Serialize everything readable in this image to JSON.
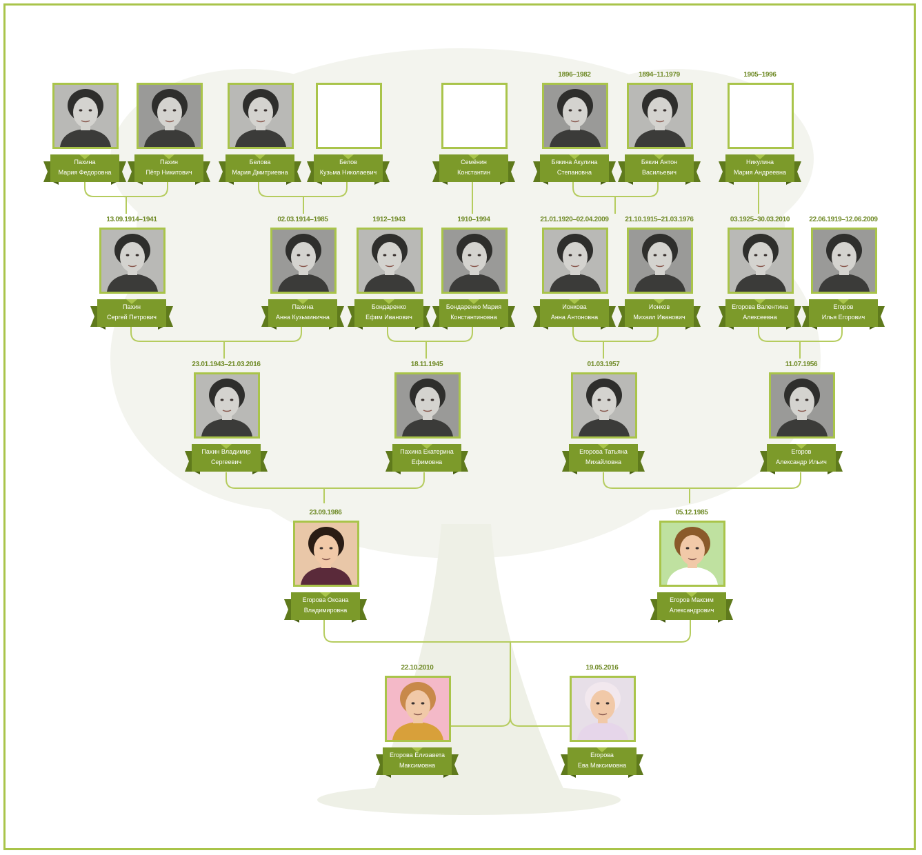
{
  "colors": {
    "accent": "#a9c44a",
    "banner": "#7c9a2a",
    "banner_dark": "#5f7a1c",
    "line": "#b5cc5e",
    "date_text": "#6f8a26"
  },
  "people": [
    {
      "id": "p1",
      "dates": "",
      "name1": "Пахина",
      "name2": "Мария Федоровна",
      "photo": "bw"
    },
    {
      "id": "p2",
      "dates": "",
      "name1": "Пахин",
      "name2": "Пётр Никитович",
      "photo": "bw"
    },
    {
      "id": "p3",
      "dates": "",
      "name1": "Белова",
      "name2": "Мария Дмитриевна",
      "photo": "bw"
    },
    {
      "id": "p4",
      "dates": "",
      "name1": "Белов",
      "name2": "Кузьма Николаевич",
      "photo": "none"
    },
    {
      "id": "p5",
      "dates": "",
      "name1": "Семёнин",
      "name2": "Константин",
      "photo": "none"
    },
    {
      "id": "p6",
      "dates": "1896–1982",
      "name1": "Бякина Акулина",
      "name2": "Степановна",
      "photo": "bw"
    },
    {
      "id": "p7",
      "dates": "1894–11.1979",
      "name1": "Бякин Антон",
      "name2": "Васильевич",
      "photo": "bw"
    },
    {
      "id": "p8",
      "dates": "1905–1996",
      "name1": "Никулина",
      "name2": "Мария Андреевна",
      "photo": "none"
    },
    {
      "id": "p9",
      "dates": "13.09.1914–1941",
      "name1": "Пахин",
      "name2": "Сергей Петрович",
      "photo": "bw"
    },
    {
      "id": "p10",
      "dates": "02.03.1914–1985",
      "name1": "Пахина",
      "name2": "Анна Кузьминична",
      "photo": "bw"
    },
    {
      "id": "p11",
      "dates": "1912–1943",
      "name1": "Бондаренко",
      "name2": "Ефим Иванович",
      "photo": "bw"
    },
    {
      "id": "p12",
      "dates": "1910–1994",
      "name1": "Бондаренко Мария",
      "name2": "Константиновна",
      "photo": "bw"
    },
    {
      "id": "p13",
      "dates": "21.01.1920–02.04.2009",
      "name1": "Ионкова",
      "name2": "Анна Антоновна",
      "photo": "bw"
    },
    {
      "id": "p14",
      "dates": "21.10.1915–21.03.1976",
      "name1": "Ионков",
      "name2": "Михаил Иванович",
      "photo": "bw"
    },
    {
      "id": "p15",
      "dates": "03.1925–30.03.2010",
      "name1": "Егорова Валентина",
      "name2": "Алексеевна",
      "photo": "bw"
    },
    {
      "id": "p16",
      "dates": "22.06.1919–12.06.2009",
      "name1": "Егоров",
      "name2": "Илья Егорович",
      "photo": "bw"
    },
    {
      "id": "p17",
      "dates": "23.01.1943–21.03.2016",
      "name1": "Пахин Владимир",
      "name2": "Сергеевич",
      "photo": "bw"
    },
    {
      "id": "p18",
      "dates": "18.11.1945",
      "name1": "Пахина Екатерина",
      "name2": "Ефимовна",
      "photo": "bw"
    },
    {
      "id": "p19",
      "dates": "01.03.1957",
      "name1": "Егорова Татьяна",
      "name2": "Михайловна",
      "photo": "bw"
    },
    {
      "id": "p20",
      "dates": "11.07.1956",
      "name1": "Егоров",
      "name2": "Александр Ильич",
      "photo": "bw"
    },
    {
      "id": "p21",
      "dates": "23.09.1986",
      "name1": "Егорова Оксана",
      "name2": "Владимировна",
      "photo": "color"
    },
    {
      "id": "p22",
      "dates": "05.12.1985",
      "name1": "Егоров Максим",
      "name2": "Александрович",
      "photo": "color"
    },
    {
      "id": "p23",
      "dates": "22.10.2010",
      "name1": "Егорова Елизавета",
      "name2": "Максимовна",
      "photo": "color"
    },
    {
      "id": "p24",
      "dates": "19.05.2016",
      "name1": "Егорова",
      "name2": "Ева Максимовна",
      "photo": "color"
    }
  ]
}
